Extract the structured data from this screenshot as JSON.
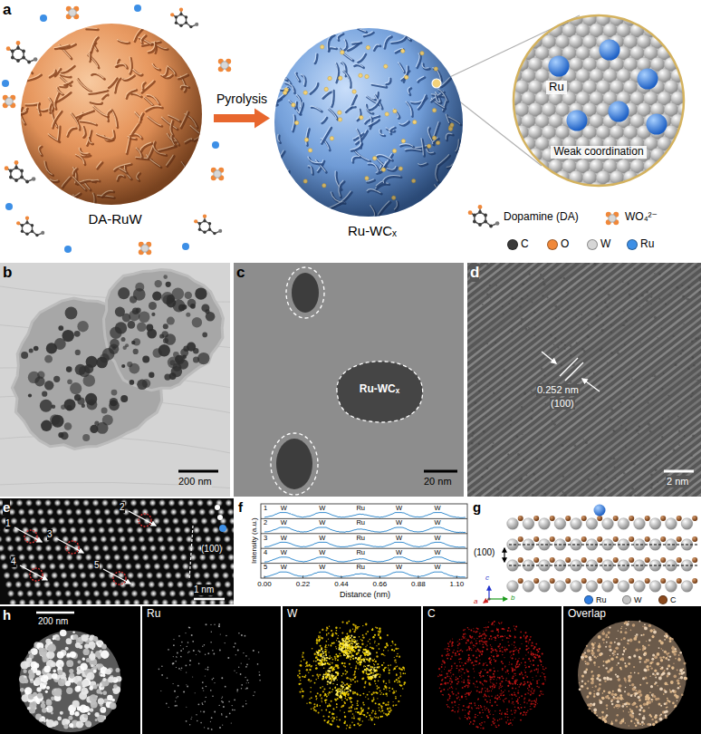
{
  "diagram": {
    "nodes": [
      {
        "text": [
          "DA-RuW"
        ]
      },
      {
        "text": [
          "Ru-WCₓ"
        ]
      },
      {
        "text": [
          "Weak coordination",
          "Ru"
        ]
      },
      {
        "text": [
          "Ru-WCₓ"
        ]
      }
    ],
    "edges": [
      {
        "from": 0,
        "to": 1,
        "arrow": "to",
        "label": "Pyrolysis"
      }
    ],
    "labels": [
      "a",
      "b",
      "200 nm",
      "c",
      "20 nm",
      "d",
      "0.252 nm",
      "(100)",
      "2 nm",
      "e",
      "1",
      "2",
      "3",
      "4",
      "5",
      "(100)",
      "1 nm",
      "f",
      "W",
      "W",
      "Ru",
      "W",
      "W",
      "W",
      "W",
      "Ru",
      "W",
      "W",
      "W",
      "W",
      "Ru",
      "W",
      "W",
      "W",
      "W",
      "Ru",
      "W",
      "W",
      "W",
      "W",
      "Ru",
      "W",
      "W",
      "1",
      "2",
      "3",
      "4",
      "5",
      "Intensity (a.u.)",
      "0.00",
      "0.22",
      "0.44",
      "0.66",
      "0.88",
      "1.10",
      "Distance (nm)",
      "g",
      "(100)",
      "a",
      "b",
      "c",
      "h",
      "200 nm",
      "Ru",
      "W",
      "C",
      "Overlap"
    ],
    "legend": [
      {
        "text": "Dopamine (DA)"
      },
      {
        "text": "WO₄²⁻"
      },
      {
        "text": "C",
        "color": "#3a3a3a"
      },
      {
        "text": "O",
        "color": "#f0883a"
      },
      {
        "text": "W",
        "color": "#d6d6d6"
      },
      {
        "text": "Ru",
        "color": "#3d8fe6"
      },
      {
        "text": "Ru",
        "color": "#2f7de0"
      },
      {
        "text": "W",
        "color": "#c4c4c4"
      },
      {
        "text": "C",
        "color": "#8a4a1e"
      }
    ]
  }
}
